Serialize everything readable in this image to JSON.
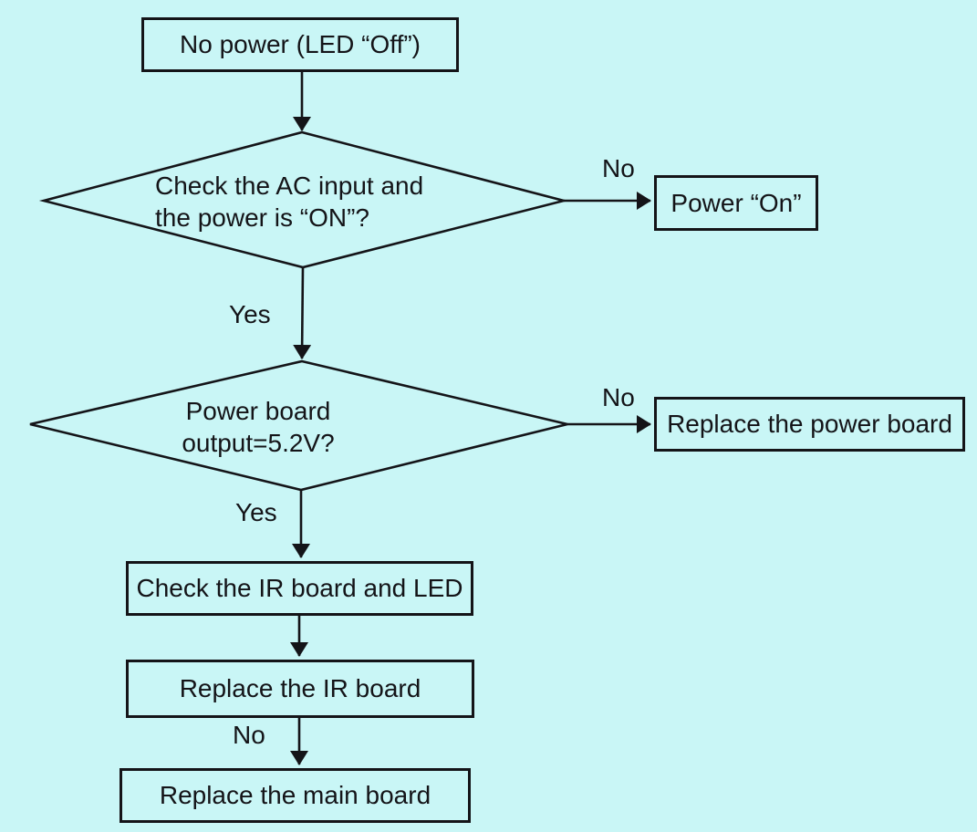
{
  "meta": {
    "background_color": "#c9f6f6",
    "ink_color": "#141418",
    "diagram_type": "troubleshooting-flowchart"
  },
  "nodes": {
    "start": {
      "label": "No power (LED “Off”)"
    },
    "decision_ac": {
      "line1": "Check the AC input and",
      "line2": "the power is “ON”?"
    },
    "power_on": {
      "label": "Power “On”"
    },
    "decision_power_board": {
      "line1": "Power board",
      "line2": "output=5.2V?"
    },
    "replace_power_board": {
      "label": "Replace the power board"
    },
    "check_ir": {
      "label": "Check the IR board and LED"
    },
    "replace_ir": {
      "label": "Replace the IR board"
    },
    "replace_main": {
      "label": "Replace the main board"
    }
  },
  "edge_labels": {
    "ac_no": "No",
    "ac_yes": "Yes",
    "power_board_no": "No",
    "power_board_yes": "Yes",
    "ir_no": "No"
  }
}
